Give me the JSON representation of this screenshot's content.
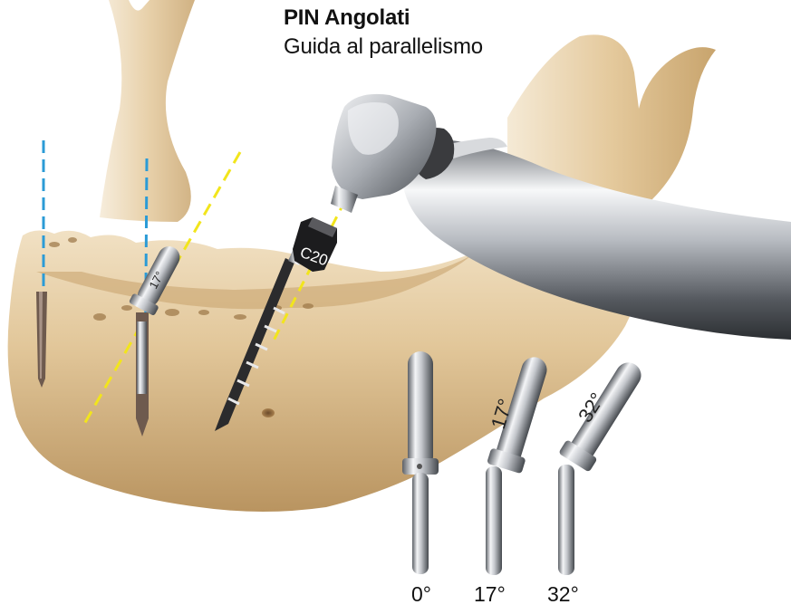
{
  "title": "PIN Angolati",
  "subtitle": "Guida al parallelismo",
  "drill_marking": "C20",
  "inserted_pin_marking": "17°",
  "pins": [
    {
      "label": "0°",
      "marking": ""
    },
    {
      "label": "17°",
      "marking": "17°"
    },
    {
      "label": "32°",
      "marking": "32°"
    }
  ],
  "colors": {
    "bone": "#e2c79a",
    "bone_shadow": "#b9945e",
    "parallel_guide": "#2b9bd6",
    "angled_guide": "#f2e51c",
    "steel": "#b8bcc2"
  }
}
